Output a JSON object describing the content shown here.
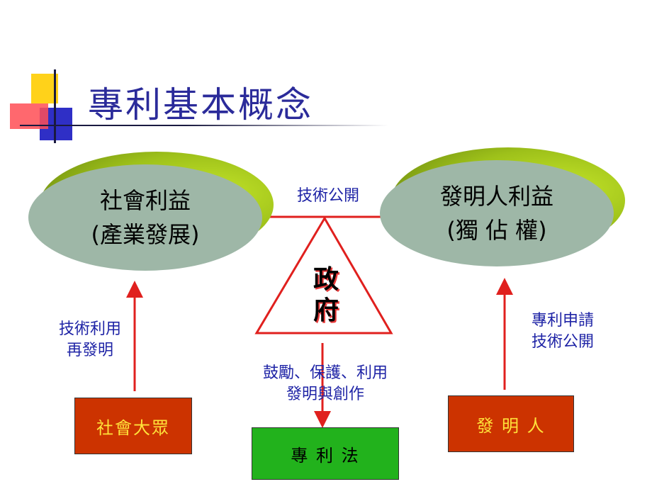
{
  "title": "專利基本概念",
  "left_ellipse": {
    "line1": "社會利益",
    "line2": "(產業發展)"
  },
  "right_ellipse": {
    "line1": "發明人利益",
    "line2": "(獨 佔 權)"
  },
  "top_center_label": "技術公開",
  "government": {
    "line1": "政",
    "line2": "府"
  },
  "left_label": {
    "line1": "技術利用",
    "line2": "再發明"
  },
  "right_label": {
    "line1": "專利申請",
    "line2": "技術公開"
  },
  "center_label": {
    "line1": "鼓勵、保護、利用",
    "line2": "發明與創作"
  },
  "boxes": {
    "public": "社會大眾",
    "patent_law": "專 利 法",
    "inventor": "發 明 人"
  },
  "colors": {
    "title": "#2b2b9a",
    "ellipse_fill": "#9eb7a7",
    "ellipse_shadow": "#9ec11a",
    "arrow": "#e0201e",
    "label": "#1f24a6",
    "box_red": "#cc3300",
    "box_green": "#22b21c"
  }
}
